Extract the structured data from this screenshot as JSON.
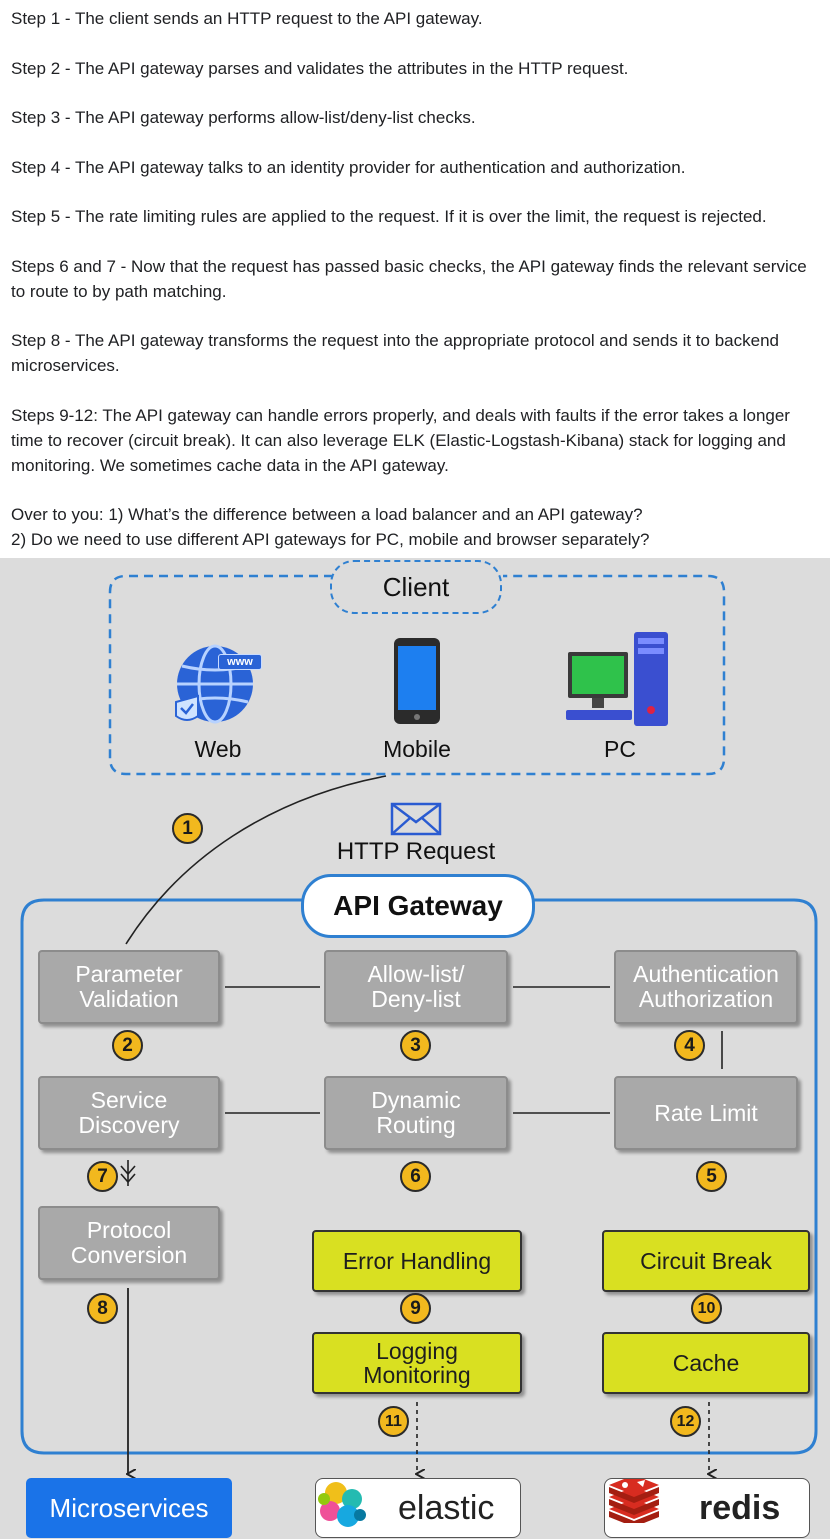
{
  "text": {
    "paragraphs": [
      "Step 1 - The client sends an HTTP request to the API gateway.",
      "Step 2 - The API gateway parses and validates the attributes in the HTTP request.",
      "Step 3 - The API gateway performs allow-list/deny-list checks.",
      "Step 4 - The API gateway talks to an identity provider for authentication and authorization.",
      "Step 5 - The rate limiting rules are applied to the request. If it is over the limit, the request is rejected.",
      "Steps 6 and 7 - Now that the request has passed basic checks, the API gateway finds the relevant service to route to by path matching.",
      "Step 8 - The API gateway transforms the request into the appropriate protocol and sends it to backend microservices.",
      "Steps 9-12: The API gateway can handle errors properly, and deals with faults if the error takes a longer time to recover (circuit break). It can also leverage ELK (Elastic-Logstash-Kibana) stack for logging and monitoring. We sometimes cache data in the API gateway.",
      "Over to you: 1) What’s the difference between a load balancer and an API gateway?",
      "2) Do we need to use different API gateways for PC, mobile and browser separately?"
    ]
  },
  "diagram": {
    "client": {
      "title": "Client",
      "web": "Web",
      "www": "www",
      "mobile": "Mobile",
      "pc": "PC"
    },
    "http_request": "HTTP Request",
    "gateway_title": "API Gateway",
    "nodes": {
      "param_validation": "Parameter\nValidation",
      "allow_deny": "Allow-list/\nDeny-list",
      "auth": "Authentication\nAuthorization",
      "service_discovery": "Service\nDiscovery",
      "dynamic_routing": "Dynamic\nRouting",
      "rate_limit": "Rate Limit",
      "protocol_conversion": "Protocol\nConversion",
      "error_handling": "Error Handling",
      "circuit_break": "Circuit Break",
      "logging": "Logging\nMonitoring",
      "cache": "Cache"
    },
    "badges": [
      "1",
      "2",
      "3",
      "4",
      "5",
      "6",
      "7",
      "8",
      "9",
      "10",
      "11",
      "12"
    ],
    "targets": {
      "microservices": "Microservices",
      "elastic": "elastic",
      "redis": "redis"
    },
    "colors": {
      "background": "#dcdcdc",
      "gray_box": "#a9a9a9",
      "yellow_box": "#d9e021",
      "badge": "#f2b81e",
      "accent_blue": "#2f80d1",
      "microservices": "#1a73e8",
      "redis_red": "#d82c20"
    }
  }
}
